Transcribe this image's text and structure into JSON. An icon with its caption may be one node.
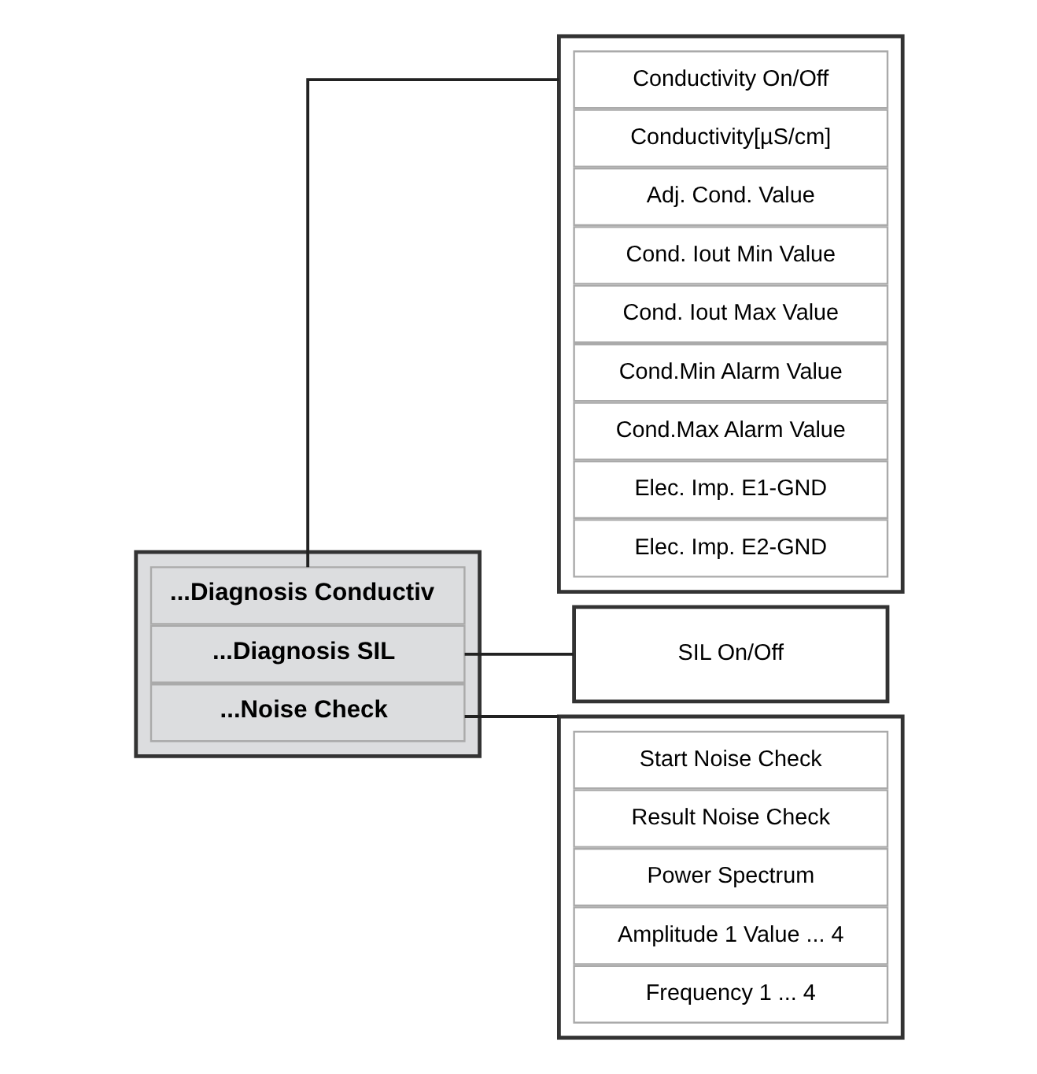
{
  "diagram": {
    "nodes": [
      {
        "text": [],
        "shape": "box"
      },
      {
        "text": [
          "...Diagnosis Conductiv"
        ],
        "in": 0
      },
      {
        "text": [
          "...Diagnosis SIL"
        ],
        "in": 0
      },
      {
        "text": [
          "...Noise Check"
        ],
        "in": 0
      },
      {
        "text": [],
        "shape": "box"
      },
      {
        "text": [
          "Conductivity On/Off"
        ],
        "in": 4
      },
      {
        "text": [
          "Conductivity[µS/cm]"
        ],
        "in": 4
      },
      {
        "text": [
          "Adj. Cond. Value"
        ],
        "in": 4
      },
      {
        "text": [
          "Cond. Iout Min Value"
        ],
        "in": 4
      },
      {
        "text": [
          "Cond. Iout Max Value"
        ],
        "in": 4
      },
      {
        "text": [
          "Cond.Min Alarm Value"
        ],
        "in": 4
      },
      {
        "text": [
          "Cond.Max Alarm Value"
        ],
        "in": 4
      },
      {
        "text": [
          "Elec. Imp. E1-GND"
        ],
        "in": 4
      },
      {
        "text": [
          "Elec. Imp. E2-GND"
        ],
        "in": 4
      },
      {
        "text": [
          "SIL On/Off"
        ]
      },
      {
        "text": [],
        "shape": "box"
      },
      {
        "text": [
          "Start Noise Check"
        ],
        "in": 15
      },
      {
        "text": [
          "Result Noise Check"
        ],
        "in": 15
      },
      {
        "text": [
          "Power Spectrum"
        ],
        "in": 15
      },
      {
        "text": [
          "Amplitude 1 Value ... 4"
        ],
        "in": 15
      },
      {
        "text": [
          "Frequency 1 ... 4"
        ],
        "in": 15
      }
    ],
    "edges": [
      {
        "from": 1,
        "to": 4,
        "arrow": "none"
      },
      {
        "from": 2,
        "to": 14,
        "arrow": "none"
      },
      {
        "from": 3,
        "to": 15,
        "arrow": "none"
      }
    ]
  }
}
